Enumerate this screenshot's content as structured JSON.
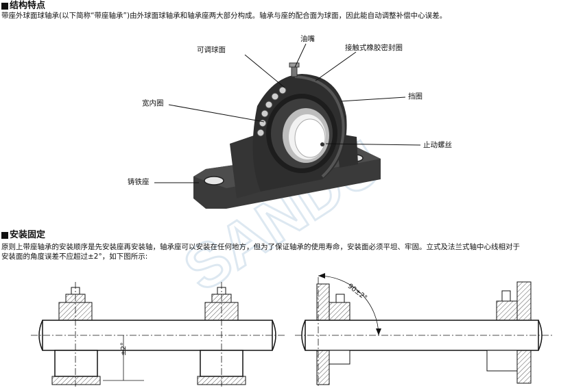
{
  "structure_section": {
    "title": "结构特点",
    "description": "带座外球面球轴承(以下简称“带座轴承”)由外球面球轴承和轴承座两大部分构成。轴承与座的配合面为球面，因此能自动调整补偿中心误差。"
  },
  "diagram_labels": {
    "spherical_surface": "可调球面",
    "grease_nipple": "油嘴",
    "contact_seal": "接触式橡胶密封圈",
    "retaining_ring": "挡圈",
    "wide_inner_ring": "宽内圈",
    "set_screw": "止动螺丝",
    "cast_iron_housing": "铸铁座"
  },
  "installation_section": {
    "title": "安装固定",
    "description_line1": "原则上带座轴承的安装顺序是先安装座再安装轴，轴承座可以安装在任何地方，但为了保证轴承的使用寿命，安装面必须平坦、牢固。立式及法兰式轴中心线相对于",
    "description_line2": "安装面的角度误差不应超过±2°，如下图所示:"
  },
  "figure_annotations": {
    "tolerance_label": "±2°",
    "angle_label": "90±2°"
  },
  "colors": {
    "text": "#111111",
    "housing_dark": "#2e2e2e",
    "hatch": "#666666",
    "watermark": "#d8e4ee"
  }
}
